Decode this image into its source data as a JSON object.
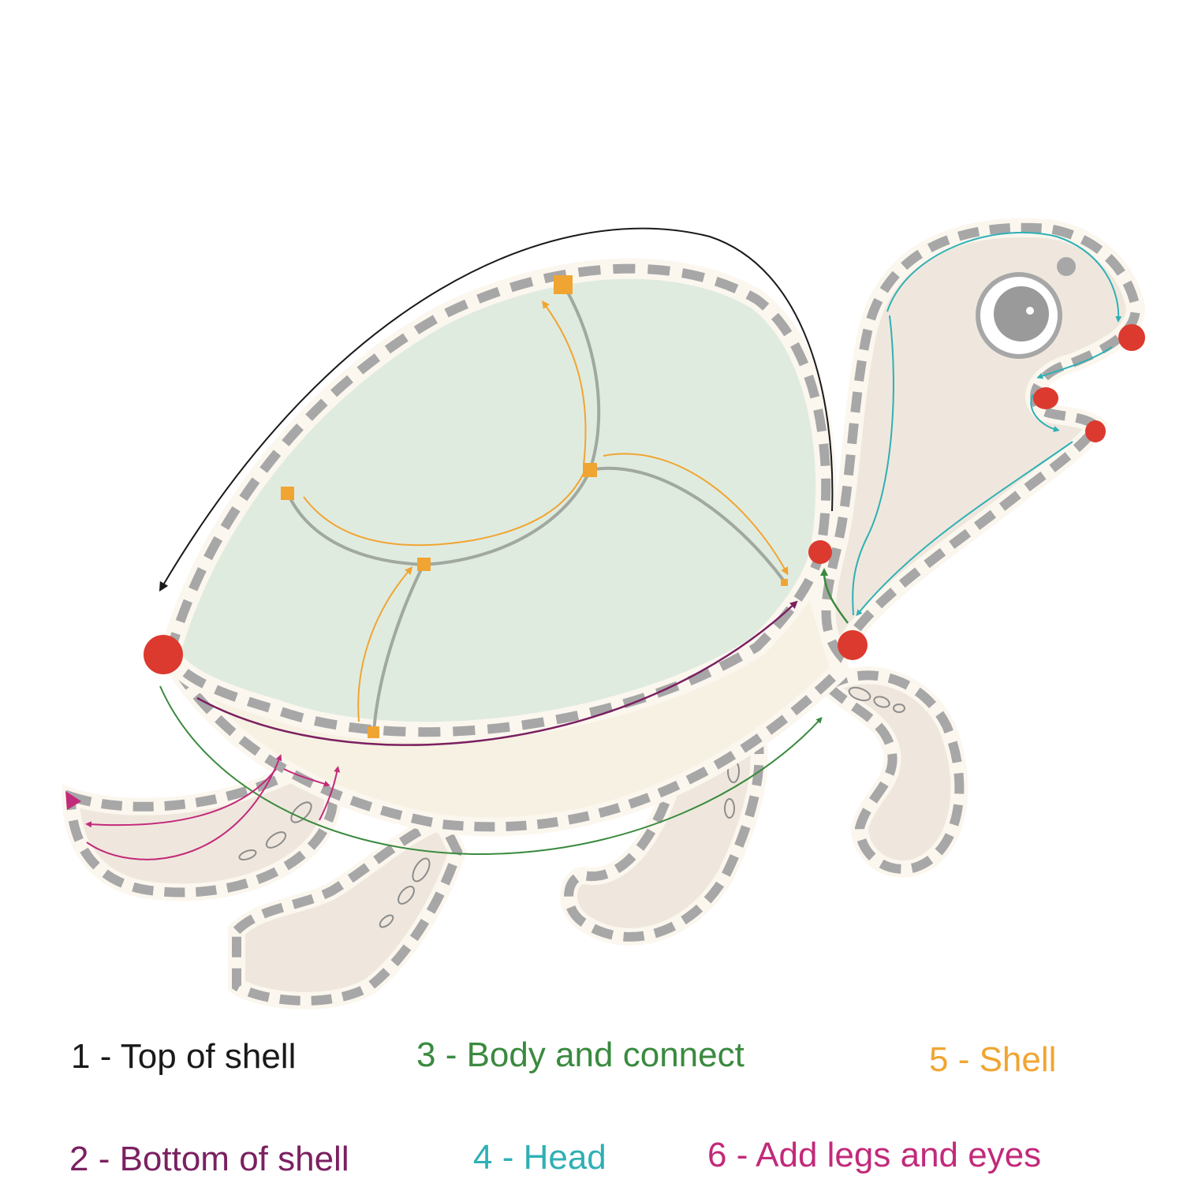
{
  "legend": [
    {
      "id": "step-1",
      "label": "1 - Top of shell",
      "color": "#1a1a1a"
    },
    {
      "id": "step-2",
      "label": "2 - Bottom of shell",
      "color": "#7b2061"
    },
    {
      "id": "step-3",
      "label": "3 - Body and connect",
      "color": "#3a8a3f"
    },
    {
      "id": "step-4",
      "label": "4 - Head",
      "color": "#2fb0b5"
    },
    {
      "id": "step-5",
      "label": "5 - Shell",
      "color": "#f0a532"
    },
    {
      "id": "step-6",
      "label": "6 - Add legs and eyes",
      "color": "#c22a7a"
    }
  ],
  "colors": {
    "shell_fill": "#e0ebe0",
    "body_fill": "#f6f1e2",
    "limb_fill": "#efe7dd",
    "dash_gray": "#a7a7a7",
    "start_dot": "#dc3a2f",
    "eye_gray": "#9a9a9a"
  }
}
